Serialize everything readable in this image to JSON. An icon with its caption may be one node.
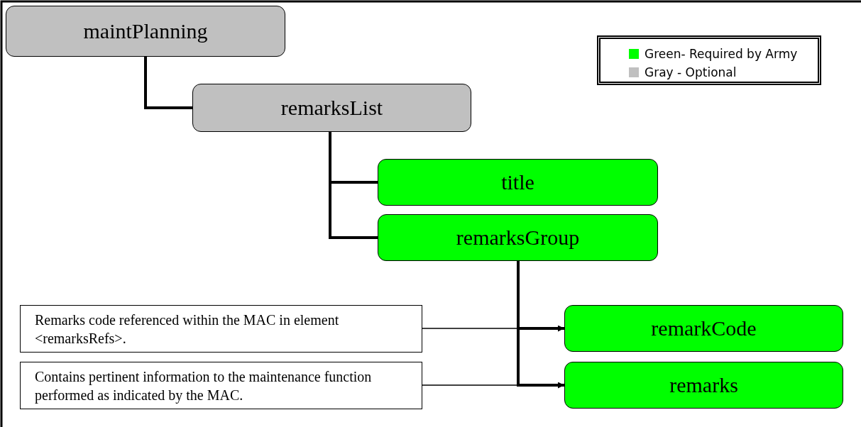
{
  "diagram": {
    "nodes": [
      {
        "text": [
          "maintPlanning"
        ]
      },
      {
        "text": [
          "remarksList"
        ]
      },
      {
        "text": [
          "title"
        ]
      },
      {
        "text": [
          "remarksGroup"
        ]
      },
      {
        "text": [
          "remarkCode"
        ]
      },
      {
        "text": [
          "remarks"
        ]
      },
      {
        "text": [
          "Remarks code referenced within the MAC in element <remarksRefs>."
        ]
      },
      {
        "text": [
          "Contains pertinent information to the maintenance function performed as indicated by the MAC."
        ]
      }
    ],
    "edges": [
      {
        "from": 0,
        "to": 1,
        "arrow": "none"
      },
      {
        "from": 1,
        "to": 2,
        "arrow": "none"
      },
      {
        "from": 1,
        "to": 3,
        "arrow": "none"
      },
      {
        "from": 3,
        "to": 4,
        "arrow": "none"
      },
      {
        "from": 3,
        "to": 5,
        "arrow": "none"
      },
      {
        "from": 6,
        "to": 4,
        "arrow": "to"
      },
      {
        "from": 7,
        "to": 5,
        "arrow": "to"
      }
    ],
    "legend": [
      {
        "text": "Green- Required by Army",
        "color": "#00ff00"
      },
      {
        "text": "Gray - Optional",
        "color": "#c0c0c0"
      }
    ]
  }
}
